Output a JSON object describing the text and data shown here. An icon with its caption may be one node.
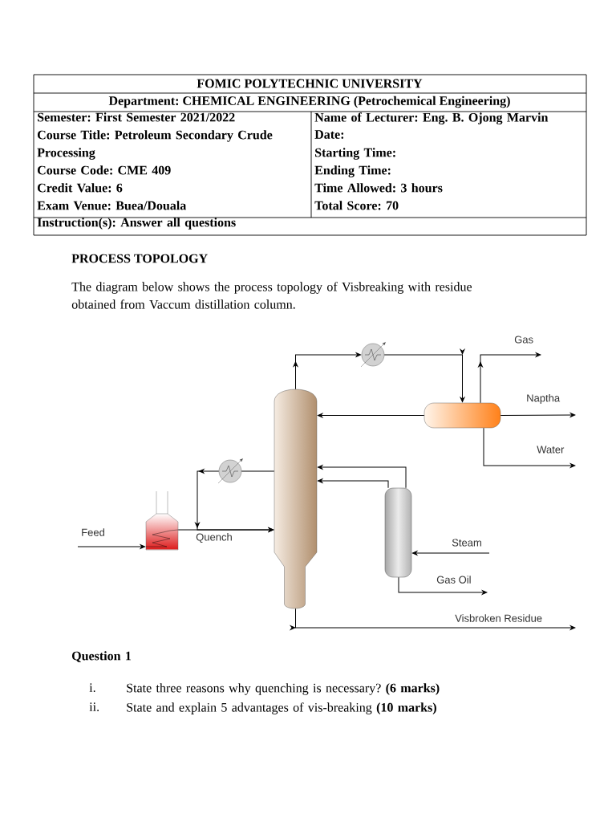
{
  "diagram": {
    "title": "PROCESS TOPOLOGY",
    "nodes": [
      {
        "text": [],
        "shape": "furnace"
      },
      {
        "text": [],
        "shape": "column"
      },
      {
        "text": [],
        "shape": "circle"
      },
      {
        "text": [],
        "shape": "drum"
      },
      {
        "text": [],
        "shape": "circle"
      },
      {
        "text": [],
        "shape": "cylinder"
      }
    ],
    "edges": [
      {
        "from": null,
        "to": 0,
        "arrow": "to",
        "label": "Feed"
      },
      {
        "from": 0,
        "to": 1,
        "arrow": "to"
      },
      {
        "from": 1,
        "to": 2,
        "arrow": "to"
      },
      {
        "from": 2,
        "to": 3,
        "arrow": "to"
      },
      {
        "from": 3,
        "to": 1,
        "arrow": "to"
      },
      {
        "from": 3,
        "to": null,
        "arrow": "to",
        "label": "Gas"
      },
      {
        "from": 3,
        "to": null,
        "arrow": "to",
        "label": "Naptha"
      },
      {
        "from": 3,
        "to": null,
        "arrow": "to",
        "label": "Water"
      },
      {
        "from": 1,
        "to": 4,
        "arrow": "none"
      },
      {
        "from": 4,
        "to": 1,
        "arrow": "to",
        "label": "Quench"
      },
      {
        "from": 5,
        "to": 1,
        "arrow": "to"
      },
      {
        "from": 5,
        "to": 1,
        "arrow": "to"
      },
      {
        "from": null,
        "to": 5,
        "arrow": "to",
        "label": "Steam"
      },
      {
        "from": 5,
        "to": null,
        "arrow": "to",
        "label": "Gas Oil"
      },
      {
        "from": 1,
        "to": null,
        "arrow": "to",
        "label": "Visbroken Residue"
      }
    ],
    "labels": [
      "FOMIC POLYTECHNIC UNIVERSITY",
      "Department: CHEMICAL ENGINEERING (Petrochemical Engineering)",
      "Semester: First Semester 2021/2022",
      "Course Title: Petroleum Secondary Crude Processing",
      "Course Code: CME 409",
      "Credit Value: 6",
      "Exam Venue: Buea/Douala",
      "Name of Lecturer: Eng. B. Ojong Marvin",
      "Date:",
      "Starting Time:",
      "Ending Time:",
      "Time Allowed: 3 hours",
      "Total Score: 70",
      "Instruction(s): Answer all questions",
      "The diagram below shows the process topology of Visbreaking with residue obtained from Vaccum distillation column.",
      "Question 1",
      "i.",
      "State three reasons why quenching is necessary? **(6 marks)**",
      "ii.",
      "State and explain 5 advantages of vis-breaking **(10 marks)**"
    ]
  }
}
